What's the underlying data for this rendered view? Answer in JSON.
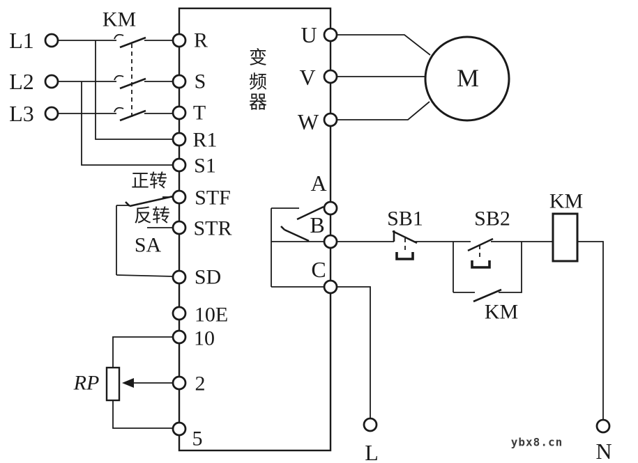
{
  "diagram": {
    "type": "electrical-schematic",
    "description_visible_text_only": true,
    "supply": {
      "terminals": [
        "L1",
        "L2",
        "L3"
      ],
      "contactor_label": "KM"
    },
    "inverter": {
      "title_chars": [
        "变",
        "频",
        "器"
      ],
      "left_terminals": [
        "R",
        "S",
        "T",
        "R1",
        "S1",
        "STF",
        "STR",
        "SD",
        "10E",
        "10",
        "2",
        "5"
      ],
      "output_terminals": [
        "U",
        "V",
        "W"
      ],
      "relay_terminals": [
        "A",
        "B",
        "C"
      ]
    },
    "motor": {
      "label": "M"
    },
    "selector": {
      "forward_label": "正转",
      "reverse_label": "反转",
      "switch_label": "SA"
    },
    "potentiometer": {
      "label": "RP"
    },
    "control": {
      "stop_button": "SB1",
      "start_button": "SB2",
      "km_aux_contact": "KM",
      "km_coil": "KM",
      "line_terminal": "L",
      "neutral_terminal": "N"
    },
    "watermark": "ybx8.cn",
    "colors": {
      "line": "#1a1a1a",
      "background": "#ffffff",
      "watermark": "#3c3c3c"
    }
  }
}
